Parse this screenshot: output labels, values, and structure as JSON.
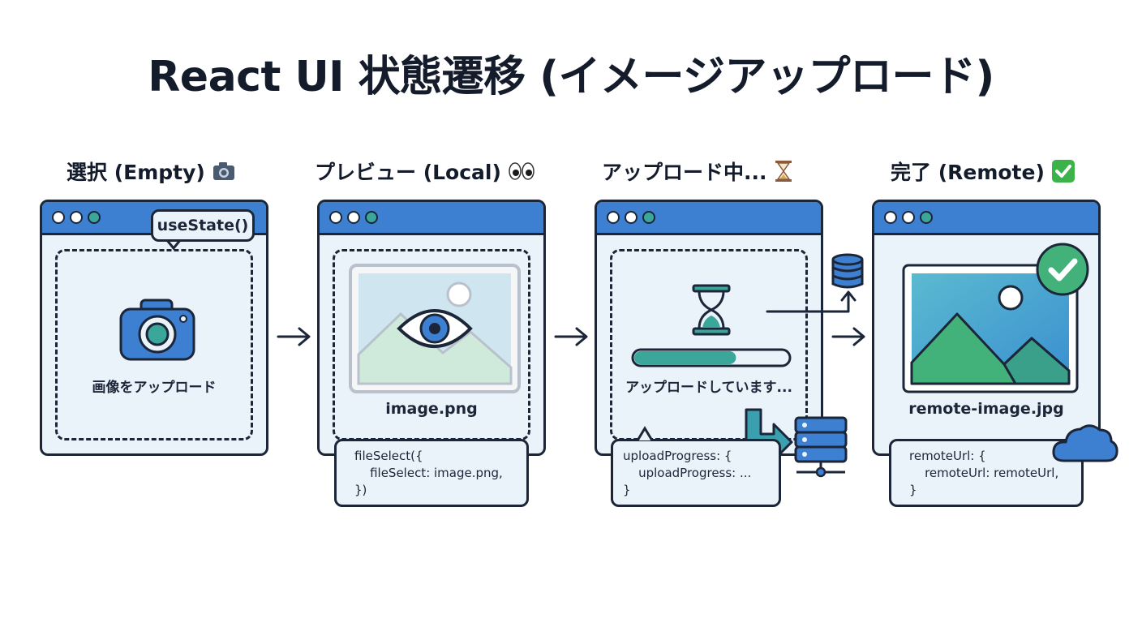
{
  "title": "React UI 状態遷移 (イメージアップロード)",
  "stages": [
    {
      "label": "選択 (Empty)",
      "emoji_icon": "camera-icon",
      "bubble": "useState()",
      "text": "画像をアップロード"
    },
    {
      "label": "プレビュー (Local)",
      "emoji_icon": "eyes-icon",
      "filename": "image.png",
      "code": [
        "fileSelect({",
        "    fileSelect: image.png,",
        "})"
      ]
    },
    {
      "label": "アップロード中...",
      "emoji_icon": "hourglass-icon",
      "progress": 0.66,
      "text": "アップロードしています...",
      "code": [
        "uploadProgress: {",
        "    uploadProgress: ...",
        "}"
      ]
    },
    {
      "label": "完了 (Remote)",
      "emoji_icon": "check-mark-button-icon",
      "filename": "remote-image.jpg",
      "code": [
        "remoteUrl: {",
        "    remoteUrl: remoteUrl,",
        "}"
      ]
    }
  ],
  "colors": {
    "outline": "#1b2638",
    "titlebar": "#3d7fd0",
    "panel": "#eaf2fa",
    "teal": "#3aa79a",
    "green": "#43b27a"
  }
}
